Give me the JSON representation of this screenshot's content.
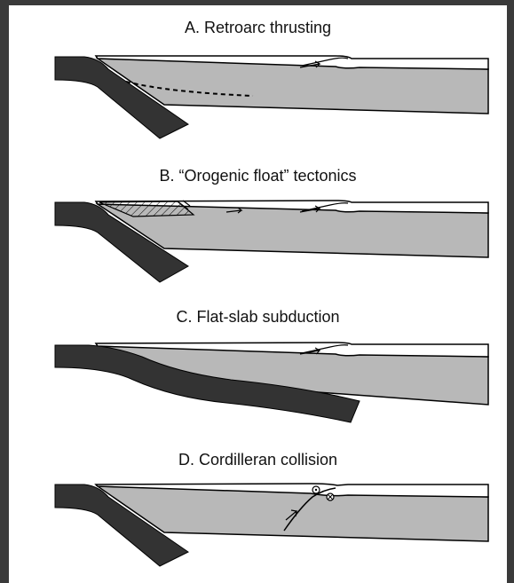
{
  "panels": [
    {
      "id": "A",
      "title": "A. Retroarc thrusting"
    },
    {
      "id": "B",
      "title": "B. “Orogenic float” tectonics"
    },
    {
      "id": "C",
      "title": "C. Flat-slab subduction"
    },
    {
      "id": "D",
      "title": "D. Cordilleran collision"
    }
  ],
  "colors": {
    "frame": "#3a3a3a",
    "background": "#ffffff",
    "slab": "#333333",
    "lithosphere": "#b8b8b8",
    "outline": "#000000"
  }
}
